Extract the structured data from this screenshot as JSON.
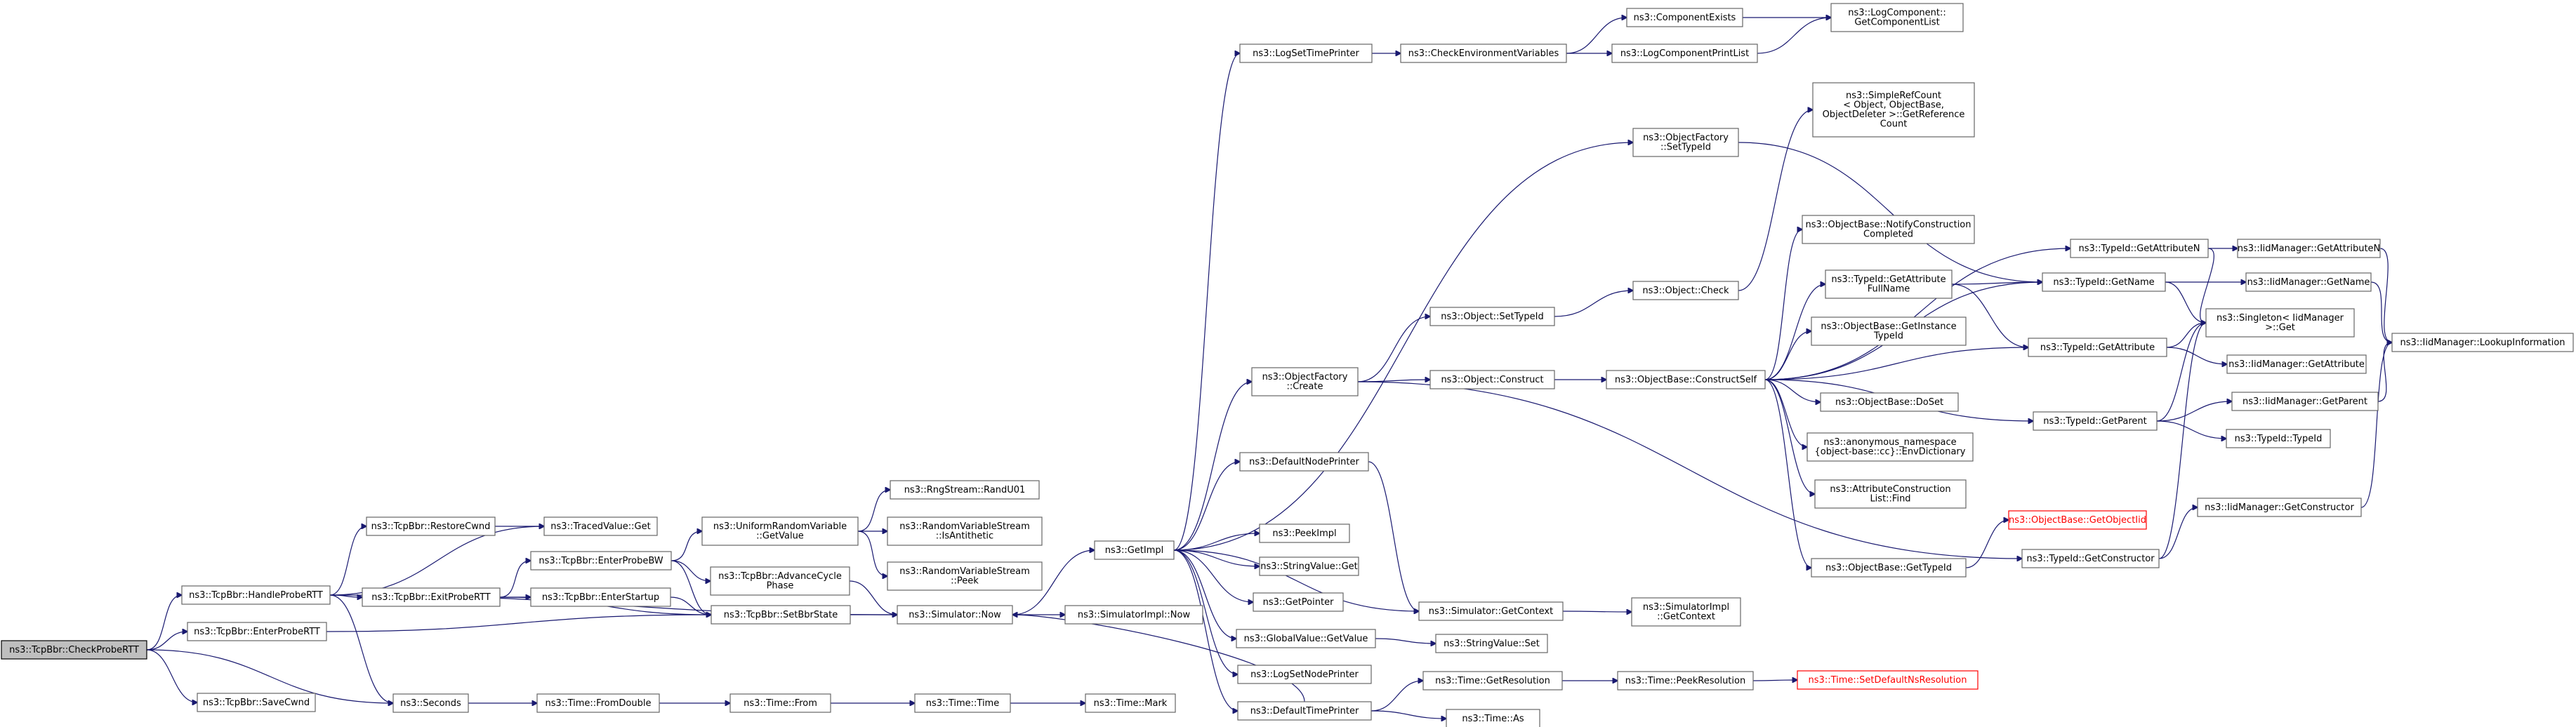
{
  "nodes": [
    {
      "id": "root",
      "lines": [
        "ns3::TcpBbr::CheckProbeRTT"
      ],
      "root": true
    },
    {
      "id": "savecwnd",
      "lines": [
        "ns3::TcpBbr::SaveCwnd"
      ]
    },
    {
      "id": "enterprobertt",
      "lines": [
        "ns3::TcpBbr::EnterProbeRTT"
      ]
    },
    {
      "id": "handleprobertt",
      "lines": [
        "ns3::TcpBbr::HandleProbeRTT"
      ]
    },
    {
      "id": "restorecwnd",
      "lines": [
        "ns3::TcpBbr::RestoreCwnd"
      ]
    },
    {
      "id": "exitprobertt",
      "lines": [
        "ns3::TcpBbr::ExitProbeRTT"
      ]
    },
    {
      "id": "seconds",
      "lines": [
        "ns3::Seconds"
      ]
    },
    {
      "id": "tracedvalue",
      "lines": [
        "ns3::TracedValue::Get"
      ]
    },
    {
      "id": "enterprobebw",
      "lines": [
        "ns3::TcpBbr::EnterProbeBW"
      ]
    },
    {
      "id": "enterstartup",
      "lines": [
        "ns3::TcpBbr::EnterStartup"
      ]
    },
    {
      "id": "setbbrstate",
      "lines": [
        "ns3::TcpBbr::SetBbrState"
      ]
    },
    {
      "id": "fromdouble",
      "lines": [
        "ns3::Time::FromDouble"
      ]
    },
    {
      "id": "urvgetvalue",
      "lines": [
        "ns3::UniformRandomVariable",
        "::GetValue"
      ]
    },
    {
      "id": "advancecycle",
      "lines": [
        "ns3::TcpBbr::AdvanceCycle",
        "Phase"
      ]
    },
    {
      "id": "simnow",
      "lines": [
        "ns3::Simulator::Now"
      ]
    },
    {
      "id": "timefrom",
      "lines": [
        "ns3::Time::From"
      ]
    },
    {
      "id": "randu01",
      "lines": [
        "ns3::RngStream::RandU01"
      ]
    },
    {
      "id": "isantithetic",
      "lines": [
        "ns3::RandomVariableStream",
        "::IsAntithetic"
      ]
    },
    {
      "id": "peek",
      "lines": [
        "ns3::RandomVariableStream",
        "::Peek"
      ]
    },
    {
      "id": "getimpl",
      "lines": [
        "ns3::GetImpl"
      ]
    },
    {
      "id": "simimplnow",
      "lines": [
        "ns3::SimulatorImpl::Now"
      ]
    },
    {
      "id": "timetime",
      "lines": [
        "ns3::Time::Time"
      ]
    },
    {
      "id": "timemark",
      "lines": [
        "ns3::Time::Mark"
      ]
    },
    {
      "id": "logsettimeprinter",
      "lines": [
        "ns3::LogSetTimePrinter"
      ]
    },
    {
      "id": "objfactorycreate",
      "lines": [
        "ns3::ObjectFactory",
        "::Create"
      ]
    },
    {
      "id": "defaultnodeprinter",
      "lines": [
        "ns3::DefaultNodePrinter"
      ]
    },
    {
      "id": "peekimpl",
      "lines": [
        "ns3::PeekImpl"
      ]
    },
    {
      "id": "stringvalueget",
      "lines": [
        "ns3::StringValue::Get"
      ]
    },
    {
      "id": "getpointer",
      "lines": [
        "ns3::GetPointer"
      ]
    },
    {
      "id": "globalvalueget",
      "lines": [
        "ns3::GlobalValue::GetValue"
      ]
    },
    {
      "id": "logsetnodeprinter",
      "lines": [
        "ns3::LogSetNodePrinter"
      ]
    },
    {
      "id": "defaulttimeprinter",
      "lines": [
        "ns3::DefaultTimePrinter"
      ]
    },
    {
      "id": "checkenv",
      "lines": [
        "ns3::CheckEnvironmentVariables"
      ]
    },
    {
      "id": "objectsettypeid",
      "lines": [
        "ns3::Object::SetTypeId"
      ]
    },
    {
      "id": "objectconstruct",
      "lines": [
        "ns3::Object::Construct"
      ]
    },
    {
      "id": "simgetcontext",
      "lines": [
        "ns3::Simulator::GetContext"
      ]
    },
    {
      "id": "stringvalueset",
      "lines": [
        "ns3::StringValue::Set"
      ]
    },
    {
      "id": "getresolution",
      "lines": [
        "ns3::Time::GetResolution"
      ]
    },
    {
      "id": "timeas",
      "lines": [
        "ns3::Time::As"
      ]
    },
    {
      "id": "componentexists",
      "lines": [
        "ns3::ComponentExists"
      ]
    },
    {
      "id": "logcompprintlist",
      "lines": [
        "ns3::LogComponentPrintList"
      ]
    },
    {
      "id": "objfactorysettypeid",
      "lines": [
        "ns3::ObjectFactory",
        "::SetTypeId"
      ]
    },
    {
      "id": "objectcheck",
      "lines": [
        "ns3::Object::Check"
      ]
    },
    {
      "id": "constructself",
      "lines": [
        "ns3::ObjectBase::ConstructSelf"
      ]
    },
    {
      "id": "simimplgetcontext",
      "lines": [
        "ns3::SimulatorImpl",
        "::GetContext"
      ]
    },
    {
      "id": "peekresolution",
      "lines": [
        "ns3::Time::PeekResolution"
      ]
    },
    {
      "id": "getcomplist",
      "lines": [
        "ns3::LogComponent::",
        "GetComponentList"
      ]
    },
    {
      "id": "simplerefcount",
      "lines": [
        "ns3::SimpleRefCount",
        "< Object, ObjectBase,",
        "ObjectDeleter >::GetReference",
        "Count"
      ]
    },
    {
      "id": "notifyconstruction",
      "lines": [
        "ns3::ObjectBase::NotifyConstruction",
        "Completed"
      ]
    },
    {
      "id": "getattributefullname",
      "lines": [
        "ns3::TypeId::GetAttribute",
        "FullName"
      ]
    },
    {
      "id": "getinstancetypeid",
      "lines": [
        "ns3::ObjectBase::GetInstance",
        "TypeId"
      ]
    },
    {
      "id": "doset",
      "lines": [
        "ns3::ObjectBase::DoSet"
      ]
    },
    {
      "id": "envdictionary",
      "lines": [
        "ns3::anonymous_namespace",
        "{object-base::cc}::EnvDictionary"
      ]
    },
    {
      "id": "attrconstructionfind",
      "lines": [
        "ns3::AttributeConstruction",
        "List::Find"
      ]
    },
    {
      "id": "objbasegettypeid",
      "lines": [
        "ns3::ObjectBase::GetTypeId"
      ]
    },
    {
      "id": "setdefaultnsres",
      "lines": [
        "ns3::Time::SetDefaultNsResolution"
      ],
      "red": true
    },
    {
      "id": "gettypeidgetattributen",
      "lines": [
        "ns3::TypeId::GetAttributeN"
      ]
    },
    {
      "id": "typeidgetname",
      "lines": [
        "ns3::TypeId::GetName"
      ]
    },
    {
      "id": "typeidgetattribute",
      "lines": [
        "ns3::TypeId::GetAttribute"
      ]
    },
    {
      "id": "typeidgetparent",
      "lines": [
        "ns3::TypeId::GetParent"
      ]
    },
    {
      "id": "getobjectiid",
      "lines": [
        "ns3::ObjectBase::GetObjectIid"
      ],
      "red": true
    },
    {
      "id": "typeidgetconstructor",
      "lines": [
        "ns3::TypeId::GetConstructor"
      ]
    },
    {
      "id": "iidmgrgetattributen",
      "lines": [
        "ns3::IidManager::GetAttributeN"
      ]
    },
    {
      "id": "iidmgrgetname",
      "lines": [
        "ns3::IidManager::GetName"
      ]
    },
    {
      "id": "singletonget",
      "lines": [
        "ns3::Singleton< IidManager",
        ">::Get"
      ]
    },
    {
      "id": "iidmgrgetattribute",
      "lines": [
        "ns3::IidManager::GetAttribute"
      ]
    },
    {
      "id": "iidmgrgetparent",
      "lines": [
        "ns3::IidManager::GetParent"
      ]
    },
    {
      "id": "typeidtypeid",
      "lines": [
        "ns3::TypeId::TypeId"
      ]
    },
    {
      "id": "iidmgrgetconstructor",
      "lines": [
        "ns3::IidManager::GetConstructor"
      ]
    },
    {
      "id": "lookupinformation",
      "lines": [
        "ns3::IidManager::LookupInformation"
      ]
    }
  ],
  "edges": [
    [
      "root",
      "savecwnd"
    ],
    [
      "root",
      "enterprobertt"
    ],
    [
      "root",
      "handleprobertt"
    ],
    [
      "root",
      "seconds"
    ],
    [
      "enterprobertt",
      "setbbrstate"
    ],
    [
      "handleprobertt",
      "restorecwnd"
    ],
    [
      "handleprobertt",
      "exitprobertt"
    ],
    [
      "handleprobertt",
      "seconds"
    ],
    [
      "handleprobertt",
      "tracedvalue"
    ],
    [
      "handleprobertt",
      "simnow"
    ],
    [
      "restorecwnd",
      "tracedvalue"
    ],
    [
      "exitprobertt",
      "enterprobebw"
    ],
    [
      "exitprobertt",
      "enterstartup"
    ],
    [
      "exitprobertt",
      "setbbrstate"
    ],
    [
      "enterprobebw",
      "urvgetvalue"
    ],
    [
      "enterprobebw",
      "advancecycle"
    ],
    [
      "enterprobebw",
      "setbbrstate"
    ],
    [
      "enterstartup",
      "setbbrstate"
    ],
    [
      "advancecycle",
      "simnow"
    ],
    [
      "setbbrstate",
      "simnow"
    ],
    [
      "seconds",
      "fromdouble"
    ],
    [
      "fromdouble",
      "timefrom"
    ],
    [
      "timefrom",
      "timetime"
    ],
    [
      "timetime",
      "timemark"
    ],
    [
      "urvgetvalue",
      "randu01"
    ],
    [
      "urvgetvalue",
      "isantithetic"
    ],
    [
      "urvgetvalue",
      "peek"
    ],
    [
      "simnow",
      "getimpl"
    ],
    [
      "simnow",
      "simimplnow"
    ],
    [
      "getimpl",
      "logsettimeprinter"
    ],
    [
      "getimpl",
      "objfactorycreate"
    ],
    [
      "getimpl",
      "defaultnodeprinter"
    ],
    [
      "getimpl",
      "peekimpl"
    ],
    [
      "getimpl",
      "stringvalueget"
    ],
    [
      "getimpl",
      "getpointer"
    ],
    [
      "getimpl",
      "globalvalueget"
    ],
    [
      "getimpl",
      "logsetnodeprinter"
    ],
    [
      "getimpl",
      "defaulttimeprinter"
    ],
    [
      "getimpl",
      "objfactorysettypeid"
    ],
    [
      "getimpl",
      "simgetcontext"
    ],
    [
      "logsettimeprinter",
      "checkenv"
    ],
    [
      "checkenv",
      "componentexists"
    ],
    [
      "checkenv",
      "logcompprintlist"
    ],
    [
      "componentexists",
      "getcomplist"
    ],
    [
      "logcompprintlist",
      "getcomplist"
    ],
    [
      "objfactorycreate",
      "objectsettypeid"
    ],
    [
      "objfactorycreate",
      "objectconstruct"
    ],
    [
      "objfactorycreate",
      "typeidgetconstructor"
    ],
    [
      "objectsettypeid",
      "objectcheck"
    ],
    [
      "objectconstruct",
      "constructself"
    ],
    [
      "defaultnodeprinter",
      "simgetcontext"
    ],
    [
      "globalvalueget",
      "stringvalueset"
    ],
    [
      "defaulttimeprinter",
      "simnow"
    ],
    [
      "defaulttimeprinter",
      "getresolution"
    ],
    [
      "defaulttimeprinter",
      "timeas"
    ],
    [
      "simgetcontext",
      "simimplgetcontext"
    ],
    [
      "getresolution",
      "peekresolution"
    ],
    [
      "peekresolution",
      "setdefaultnsres"
    ],
    [
      "objfactorysettypeid",
      "typeidgetname"
    ],
    [
      "objectcheck",
      "simplerefcount"
    ],
    [
      "constructself",
      "notifyconstruction"
    ],
    [
      "constructself",
      "getattributefullname"
    ],
    [
      "constructself",
      "getinstancetypeid"
    ],
    [
      "constructself",
      "doset"
    ],
    [
      "constructself",
      "envdictionary"
    ],
    [
      "constructself",
      "attrconstructionfind"
    ],
    [
      "constructself",
      "objbasegettypeid"
    ],
    [
      "constructself",
      "gettypeidgetattributen"
    ],
    [
      "constructself",
      "typeidgetname"
    ],
    [
      "constructself",
      "typeidgetattribute"
    ],
    [
      "constructself",
      "typeidgetparent"
    ],
    [
      "getattributefullname",
      "typeidgetname"
    ],
    [
      "getattributefullname",
      "typeidgetattribute"
    ],
    [
      "objbasegettypeid",
      "getobjectiid"
    ],
    [
      "gettypeidgetattributen",
      "iidmgrgetattributen"
    ],
    [
      "gettypeidgetattributen",
      "singletonget"
    ],
    [
      "typeidgetname",
      "iidmgrgetname"
    ],
    [
      "typeidgetname",
      "singletonget"
    ],
    [
      "typeidgetattribute",
      "iidmgrgetattribute"
    ],
    [
      "typeidgetattribute",
      "singletonget"
    ],
    [
      "typeidgetparent",
      "iidmgrgetparent"
    ],
    [
      "typeidgetparent",
      "typeidtypeid"
    ],
    [
      "typeidgetparent",
      "singletonget"
    ],
    [
      "typeidgetconstructor",
      "iidmgrgetconstructor"
    ],
    [
      "typeidgetconstructor",
      "singletonget"
    ],
    [
      "iidmgrgetattributen",
      "lookupinformation"
    ],
    [
      "iidmgrgetname",
      "lookupinformation"
    ],
    [
      "iidmgrgetparent",
      "lookupinformation"
    ],
    [
      "iidmgrgetconstructor",
      "lookupinformation"
    ]
  ]
}
